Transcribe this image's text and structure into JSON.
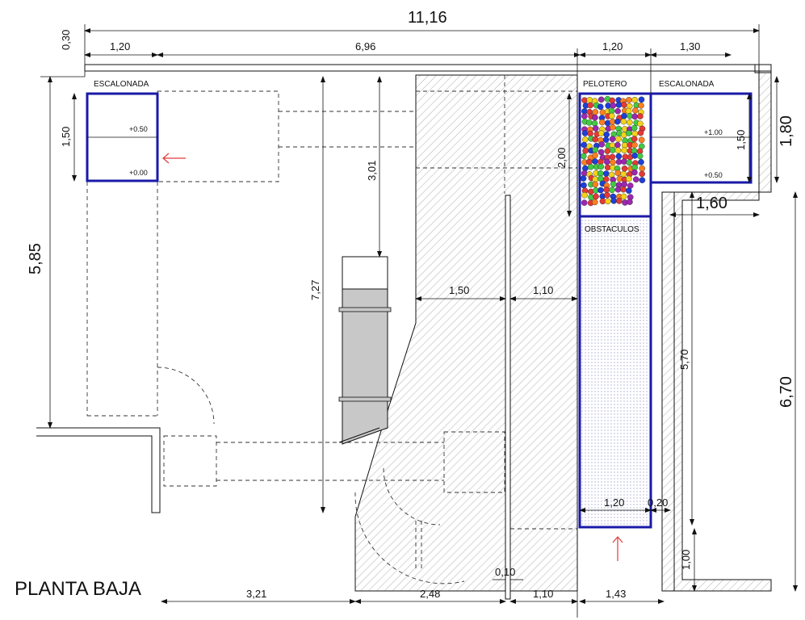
{
  "drawing": {
    "title": "PLANTA BAJA",
    "colors": {
      "zone_outline": "#1a1aa8",
      "arrow": "#e23a3a",
      "slide_fill": "#c8c8c8",
      "hatch": "#9a9a9a",
      "line": "#111111"
    },
    "zones": {
      "escalonada_left": "ESCALONADA",
      "pelotero": "PELOTERO",
      "escalonada_right": "ESCALONADA",
      "obstaculos": "OBSTACULOS"
    },
    "levels": {
      "left_upper": "+0.50",
      "left_lower": "+0.00",
      "right_upper": "+1.00",
      "right_lower": "+0.50"
    },
    "dimensions": {
      "total_width": "11,16",
      "top_left_width": "1,20",
      "top_mid_width": "6,96",
      "top_pelotero_width": "1,20",
      "top_right_width": "1,30",
      "top_thickness": "0,30",
      "left_step_height": "1,50",
      "left_total_height": "5,85",
      "right_step_height": "1,50",
      "right_corner_height": "1,80",
      "pelotero_height": "2,00",
      "corridor_width": "1,60",
      "slide_inner": "3,01",
      "slide_total": "7,27",
      "ramp_width": "1,50",
      "gap_width": "1,10",
      "obstacle_length": "5,70",
      "right_total_height": "6,70",
      "obstacle_width": "1,20",
      "obstacle_wall": "0,20",
      "entry_height": "1,00",
      "bottom_1": "3,21",
      "bottom_2": "2,48",
      "bottom_3": "0,10",
      "bottom_4": "1,10",
      "bottom_5": "1,43"
    }
  }
}
